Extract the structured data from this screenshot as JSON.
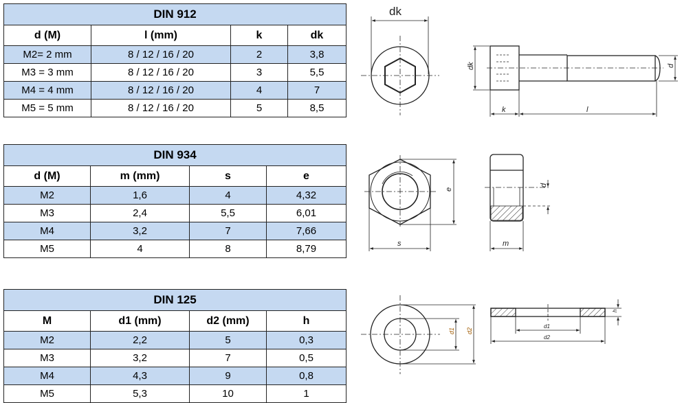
{
  "din912": {
    "title": "DIN 912",
    "headers": [
      "d (M)",
      "l (mm)",
      "k",
      "dk"
    ],
    "rows": [
      [
        "M2= 2 mm",
        "8 / 12 / 16 / 20",
        "2",
        "3,8"
      ],
      [
        "M3 = 3 mm",
        "8 / 12 / 16 / 20",
        "3",
        "5,5"
      ],
      [
        "M4 = 4 mm",
        "8 / 12 / 16 / 20",
        "4",
        "7"
      ],
      [
        "M5 = 5 mm",
        "8 / 12 / 16 / 20",
        "5",
        "8,5"
      ]
    ]
  },
  "din934": {
    "title": "DIN 934",
    "headers": [
      "d (M)",
      "m (mm)",
      "s",
      "e"
    ],
    "rows": [
      [
        "M2",
        "1,6",
        "4",
        "4,32"
      ],
      [
        "M3",
        "2,4",
        "5,5",
        "6,01"
      ],
      [
        "M4",
        "3,2",
        "7",
        "7,66"
      ],
      [
        "M5",
        "4",
        "8",
        "8,79"
      ]
    ]
  },
  "din125": {
    "title": "DIN 125",
    "headers": [
      "M",
      "d1 (mm)",
      "d2 (mm)",
      "h"
    ],
    "rows": [
      [
        "M2",
        "2,2",
        "5",
        "0,3"
      ],
      [
        "M3",
        "3,2",
        "7",
        "0,5"
      ],
      [
        "M4",
        "4,3",
        "9",
        "0,8"
      ],
      [
        "M5",
        "5,3",
        "10",
        "1"
      ]
    ]
  },
  "drawings": {
    "screw": {
      "dk": "dk",
      "dk_side": "dk",
      "d": "d",
      "k": "k",
      "l": "l"
    },
    "nut": {
      "e": "e",
      "s": "s",
      "d": "d",
      "m": "m"
    },
    "washer": {
      "d1": "d1",
      "d2": "d2",
      "d1_side": "d1",
      "d2_side": "d2",
      "h": "h"
    }
  },
  "colors": {
    "row_highlight": "#c5d9f1"
  }
}
